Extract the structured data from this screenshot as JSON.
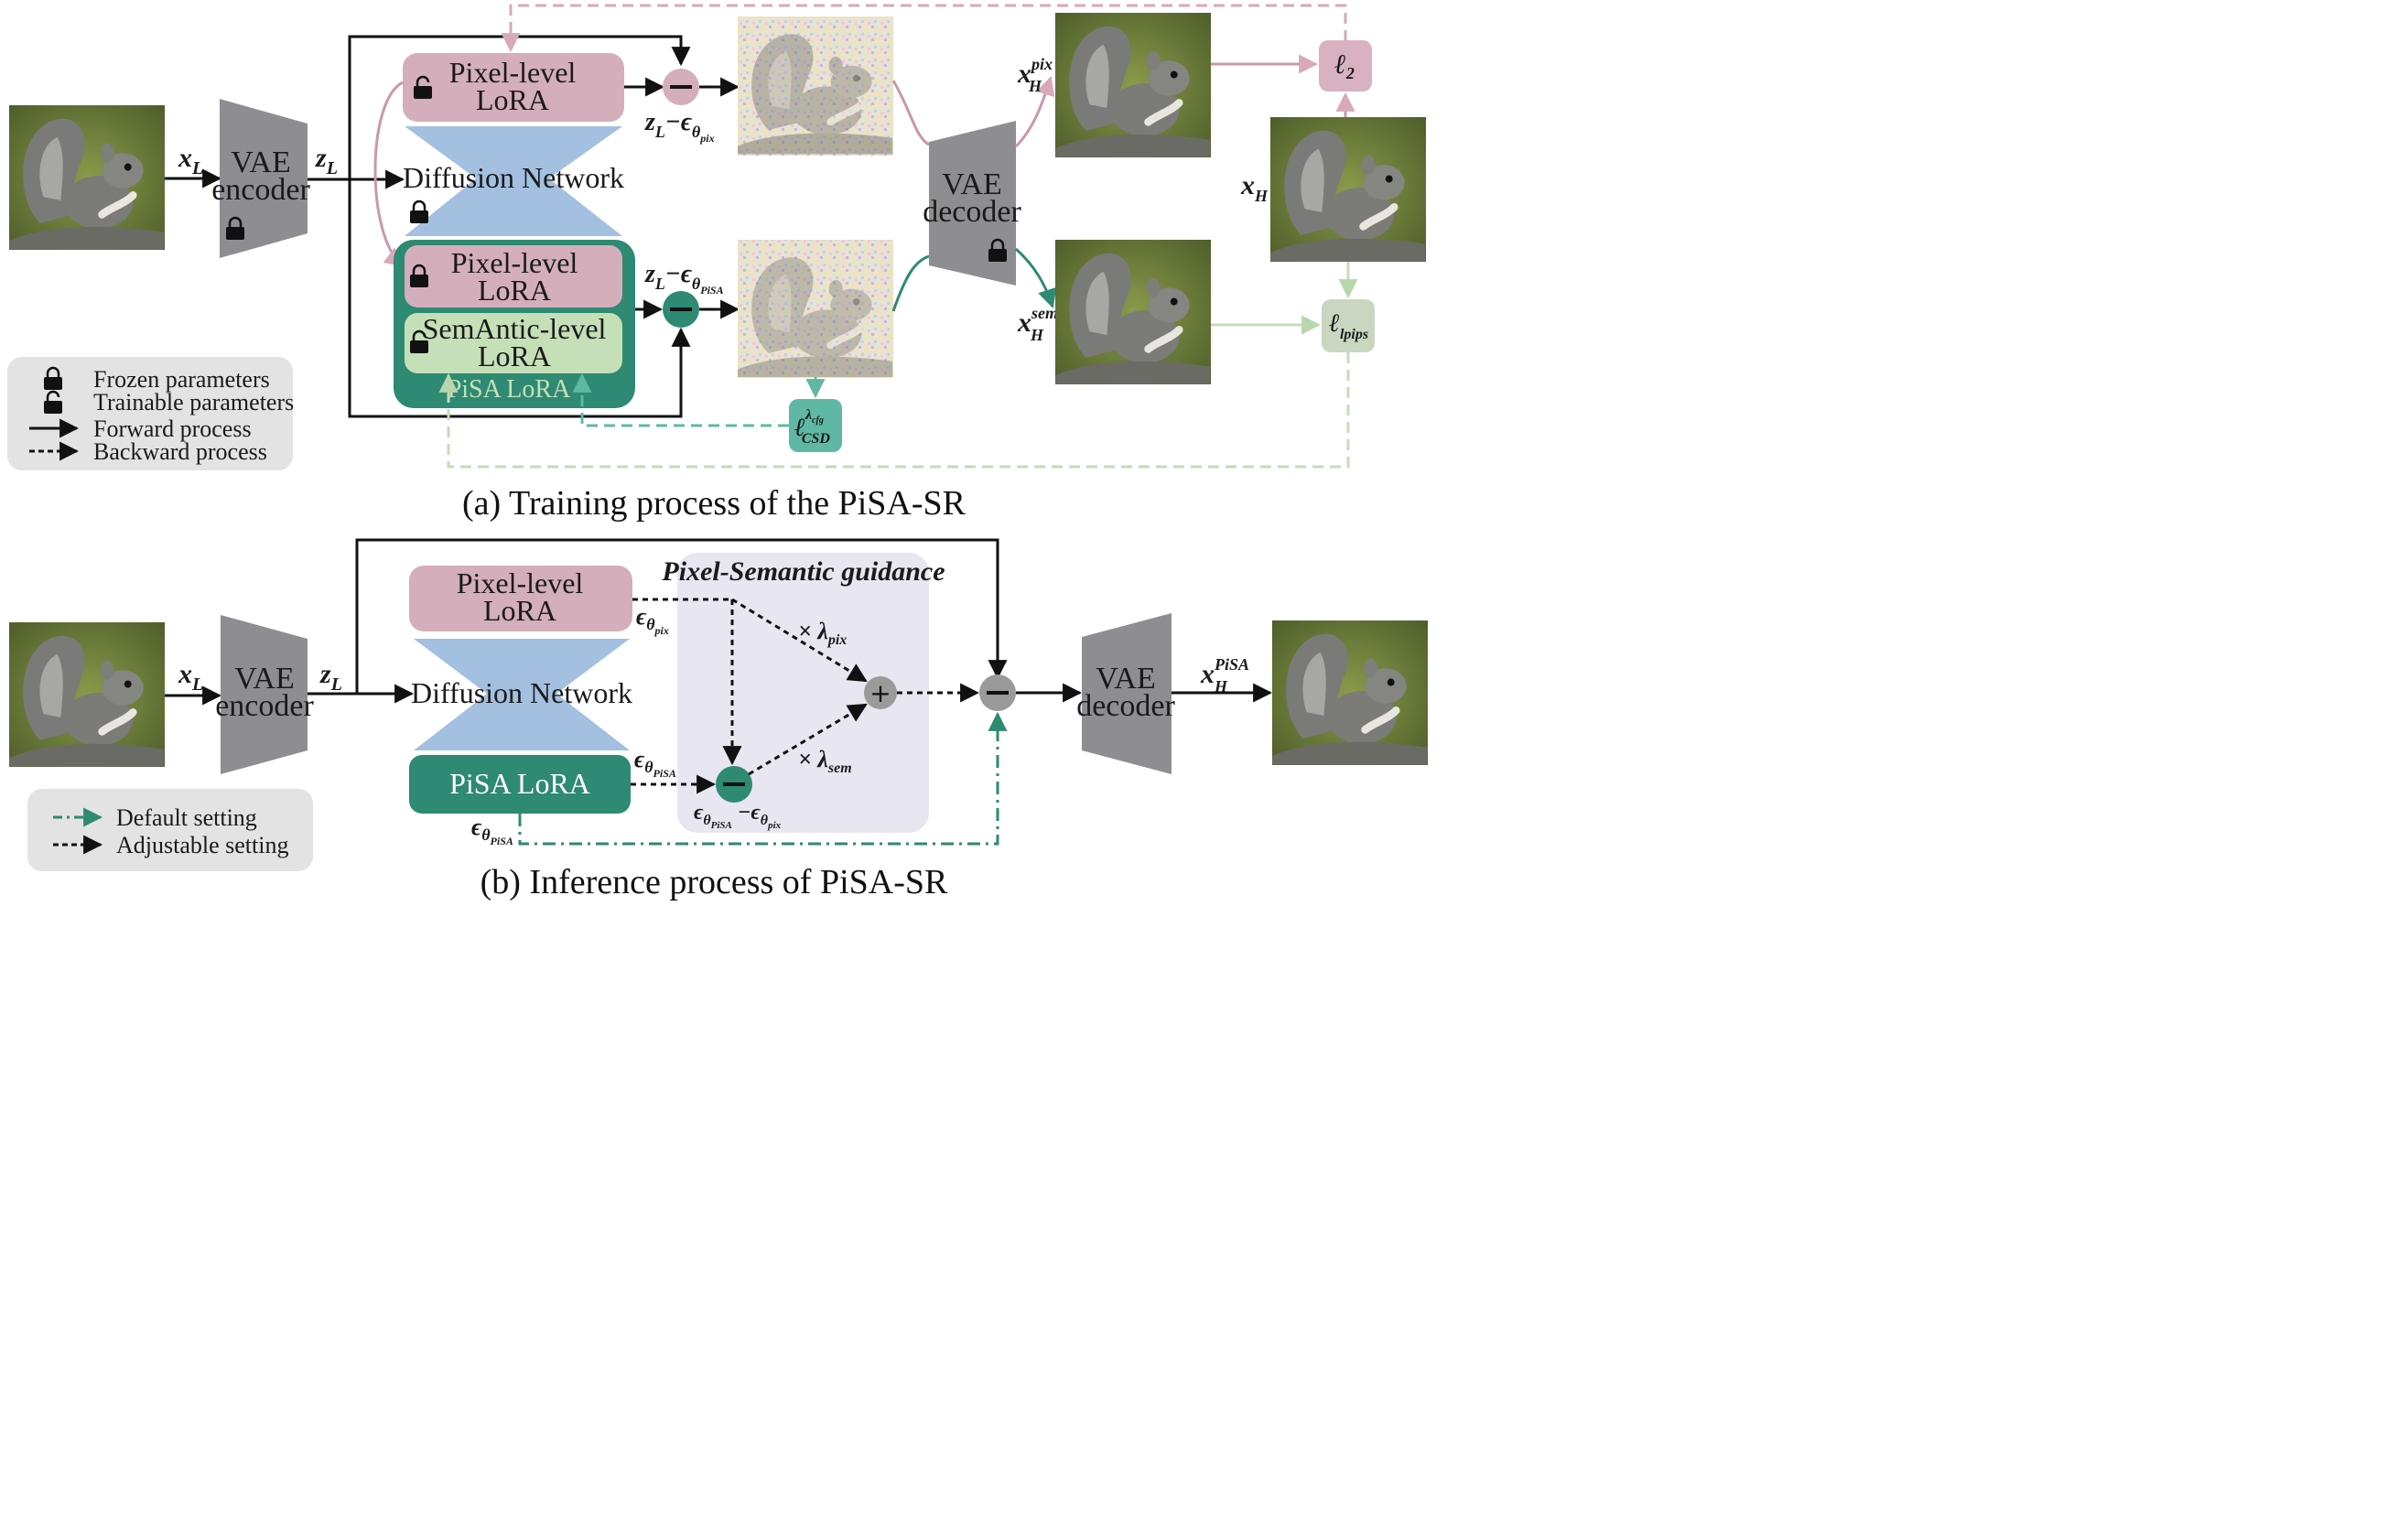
{
  "part_a": {
    "caption": "(a) Training process of the PiSA-SR",
    "x_l": "x",
    "x_l_sub": "L",
    "vae_encoder": [
      "VAE",
      "encoder"
    ],
    "z_l": "z",
    "z_l_sub": "L",
    "pixel_lora_top": [
      "Pixel-level",
      "LoRA"
    ],
    "diffusion_network": "Diffusion Network",
    "pixel_lora_inner": [
      "Pixel-level",
      "LoRA"
    ],
    "semantic_lora": [
      "SemAntic-level",
      "LoRA"
    ],
    "pisa_lora_group": "PiSA LoRA",
    "eq_pix": "z",
    "eq_pix_sub": "L",
    "eq_pix_minus": "−ϵ",
    "eq_pix_theta": "θ",
    "eq_pix_theta_sub": "pix",
    "eq_pisa": "z",
    "eq_pisa_sub": "L",
    "eq_pisa_minus": "−ϵ",
    "eq_pisa_theta": "θ",
    "eq_pisa_theta_sub": "PiSA",
    "vae_decoder": [
      "VAE",
      "decoder"
    ],
    "x_h_pix": "x",
    "x_h_pix_sub": "H",
    "x_h_pix_sup": "pix",
    "x_h_sem": "x",
    "x_h_sem_sub": "H",
    "x_h_sem_sup": "sem",
    "x_h": "x",
    "x_h_sub": "H",
    "loss_l2": "ℓ",
    "loss_l2_sub": "2",
    "loss_lpips": "ℓ",
    "loss_lpips_sub": "lpips",
    "loss_csd": "ℓ",
    "loss_csd_sup": "λ",
    "loss_csd_sup_sub": "cfg",
    "loss_csd_sub": "CSD",
    "legend": {
      "frozen": "Frozen parameters",
      "trainable": "Trainable parameters",
      "forward": "Forward process",
      "backward": "Backward process"
    }
  },
  "part_b": {
    "caption": "(b) Inference process of PiSA-SR",
    "x_l": "x",
    "x_l_sub": "L",
    "vae_encoder": [
      "VAE",
      "encoder"
    ],
    "z_l": "z",
    "z_l_sub": "L",
    "pixel_lora": [
      "Pixel-level",
      "LoRA"
    ],
    "diffusion_network": "Diffusion Network",
    "pisa_lora": "PiSA LoRA",
    "guidance_title": "Pixel-Semantic guidance",
    "eps": "ϵ",
    "theta": "θ",
    "sub_pix": "pix",
    "sub_pisa": "PiSA",
    "lambda_pix": "× λ",
    "lambda_pix_sub": "pix",
    "lambda_sem": "× λ",
    "lambda_sem_sub": "sem",
    "minus_sign": "−",
    "vae_decoder": [
      "VAE",
      "decoder"
    ],
    "x_h_pisa": "x",
    "x_h_pisa_sub": "H",
    "x_h_pisa_sup": "PiSA",
    "legend": {
      "default": "Default setting",
      "adjustable": "Adjustable setting"
    }
  },
  "colors": {
    "pixel_lora": "#d4aebb",
    "semantic_lora": "#c5e0b8",
    "pisa_lora": "#2e8a72",
    "diffusion": "#a3c0e0",
    "vae": "#8e8e92",
    "l2_box": "#d8b2c0",
    "lpips_box": "#c9d7c0",
    "csd_box": "#5fb8a3",
    "guidance_bg": "#e8e6f1",
    "legend_bg": "#e3e3e3",
    "pink_arrow": "#d8a9b8",
    "green_arrow": "#c4dcb9",
    "teal_arrow": "#2e8a72"
  }
}
